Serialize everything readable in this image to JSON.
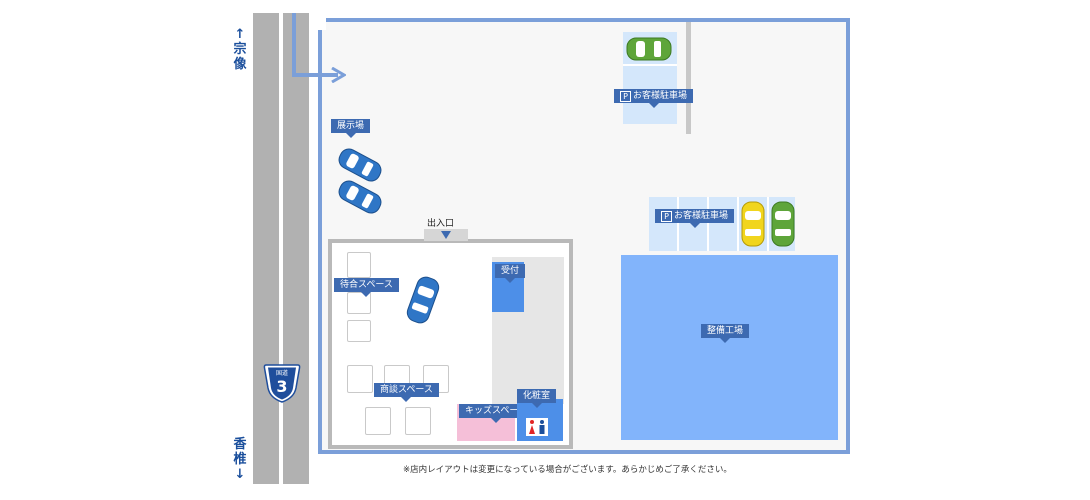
{
  "directions": {
    "north": {
      "arrow": "↑",
      "line1": "宗",
      "line2": "像"
    },
    "south": {
      "line1": "香",
      "line2": "椎",
      "arrow": "↓"
    }
  },
  "route_sign": {
    "caption": "国道",
    "number": "3",
    "color": "#1f4e9c"
  },
  "labels": {
    "exhibition": "展示場",
    "parking_top": "お客様駐車場",
    "parking_right": "お客様駐車場",
    "parking_mark": "P",
    "entrance": "出入口",
    "reception": "受付",
    "waiting": "待合スペース",
    "consultation": "商談スペース",
    "kids": "キッズスペース",
    "restroom": "化粧室",
    "workshop": "整備工場"
  },
  "note": "※店内レイアウトは変更になっている場合がございます。あらかじめご了承ください。",
  "colors": {
    "lot_border": "#7b9fd9",
    "label": "#3d6ab1",
    "workshop": "#82b4fb",
    "kids": "#f5bfd8",
    "restroom": "#4d8fe8",
    "car_blue": "#2f76c6",
    "car_green": "#5ea53a",
    "car_yellow": "#f1d51d"
  }
}
